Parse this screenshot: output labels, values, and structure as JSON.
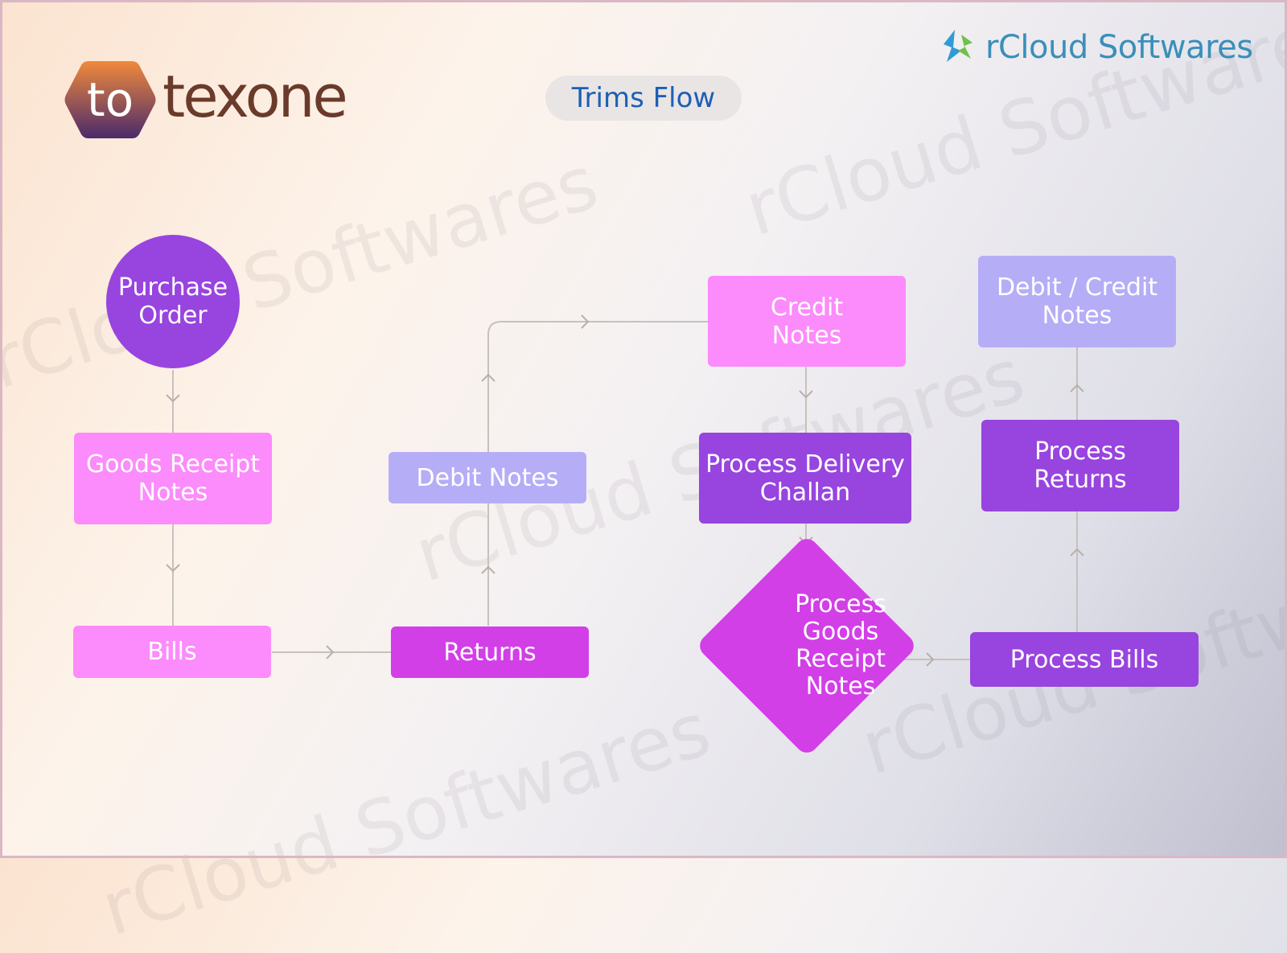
{
  "header": {
    "logo_text": "texone",
    "logo_mark": "to",
    "title": "Trims Flow",
    "brand_name": "rCloud Softwares"
  },
  "watermark_text": "rCloud Softwares",
  "nodes": {
    "purchase_order": "Purchase Order",
    "goods_receipt_notes": "Goods Receipt Notes",
    "bills": "Bills",
    "returns": "Returns",
    "debit_notes": "Debit Notes",
    "credit_notes": "Credit Notes",
    "process_delivery_challan": "Process Delivery Challan",
    "process_goods_receipt_notes": "Process Goods Receipt Notes",
    "process_bills": "Process Bills",
    "process_returns": "Process Returns",
    "debit_credit_notes": "Debit / Credit Notes"
  },
  "colors": {
    "pink": "#fc8bfb",
    "lavender": "#b6adf7",
    "purple": "#9844df",
    "magenta": "#d23fe7",
    "title_blue": "#1d5fb5"
  },
  "flow": [
    [
      "purchase_order",
      "goods_receipt_notes"
    ],
    [
      "goods_receipt_notes",
      "bills"
    ],
    [
      "bills",
      "returns"
    ],
    [
      "returns",
      "debit_notes"
    ],
    [
      "debit_notes",
      "credit_notes"
    ],
    [
      "credit_notes",
      "process_delivery_challan"
    ],
    [
      "process_delivery_challan",
      "process_goods_receipt_notes"
    ],
    [
      "process_goods_receipt_notes",
      "process_bills"
    ],
    [
      "process_bills",
      "process_returns"
    ],
    [
      "process_returns",
      "debit_credit_notes"
    ]
  ]
}
